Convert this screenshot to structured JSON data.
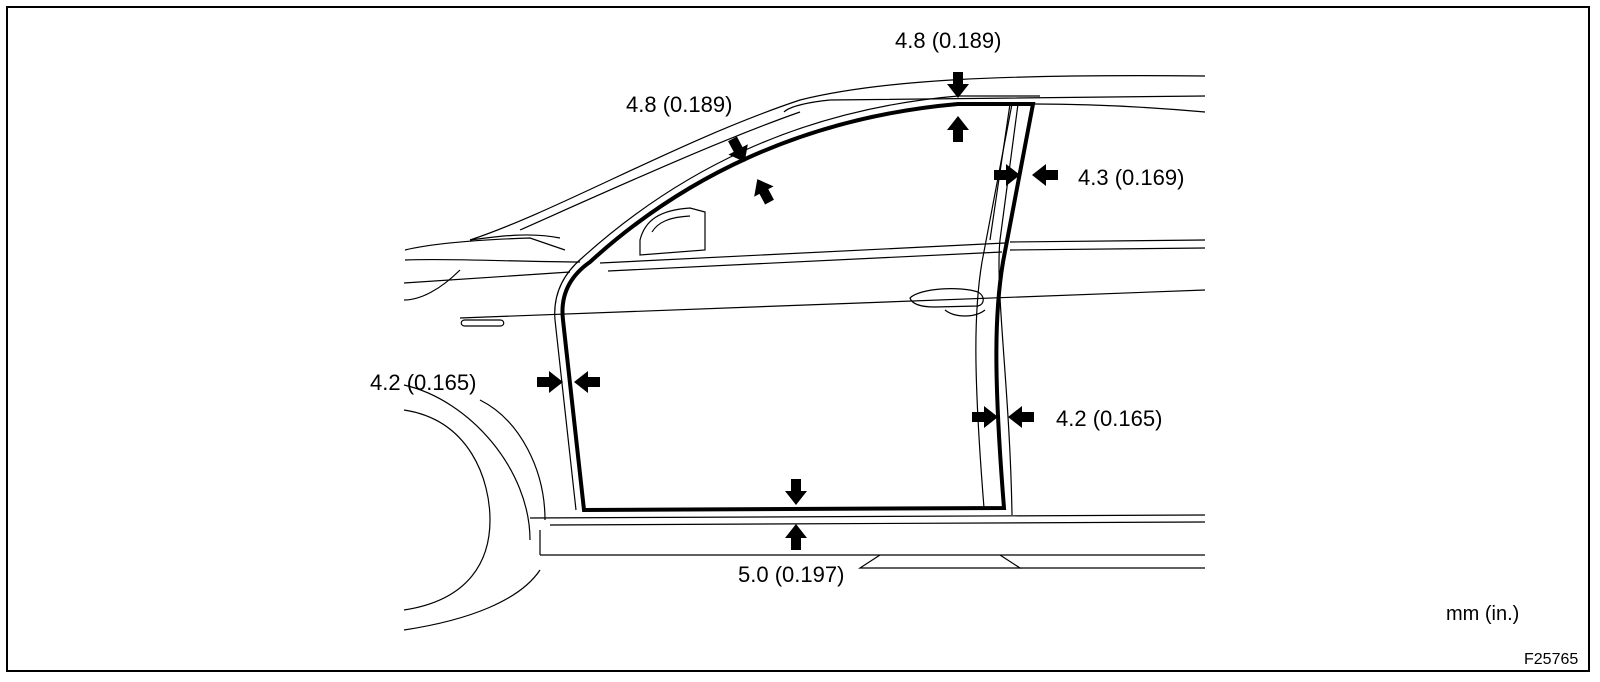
{
  "measurements": {
    "roof": "4.8 (0.189)",
    "pillar_front": "4.8 (0.189)",
    "b_pillar": "4.3 (0.169)",
    "front_side": "4.2 (0.165)",
    "rear_side": "4.2 (0.165)",
    "bottom": "5.0 (0.197)"
  },
  "units_label": "mm (in.)",
  "figure_code": "F25765",
  "colors": {
    "line": "#000000",
    "background": "#ffffff"
  },
  "icons": [
    "arrow-down-icon",
    "arrow-up-icon",
    "arrow-left-icon",
    "arrow-right-icon"
  ]
}
